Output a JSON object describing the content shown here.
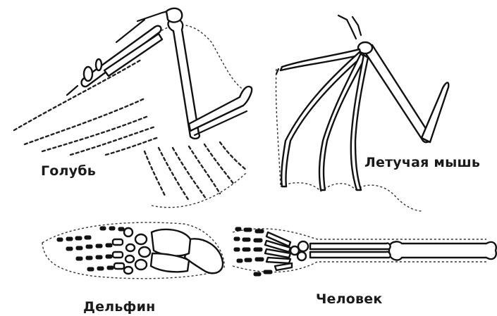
{
  "labels": {
    "pigeon": "Голубь",
    "bat": "Летучая мышь",
    "dolphin": "Дельфин",
    "human": "Человек"
  }
}
